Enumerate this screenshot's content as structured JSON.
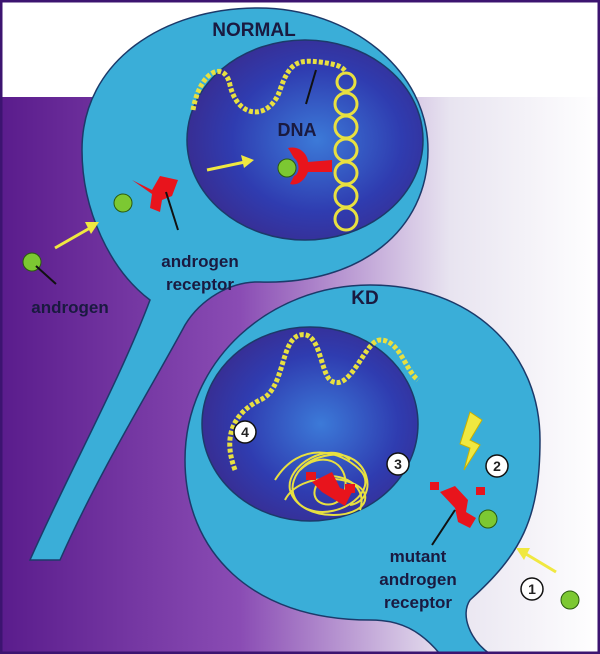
{
  "title_normal": "NORMAL",
  "title_kd": "KD",
  "labels": {
    "dna": "DNA",
    "androgen_receptor_1": "androgen",
    "androgen_receptor_2": "receptor",
    "androgen": "androgen",
    "mutant_1": "mutant",
    "mutant_2": "androgen",
    "mutant_3": "receptor"
  },
  "steps": [
    "1",
    "2",
    "3",
    "4"
  ],
  "colors": {
    "cell": "#3aaed8",
    "nucleus": "#2a2aa0",
    "receptor": "#e8141c",
    "androgen": "#7cc832",
    "dna": "#e8e040",
    "background": "#5a1f8a"
  }
}
